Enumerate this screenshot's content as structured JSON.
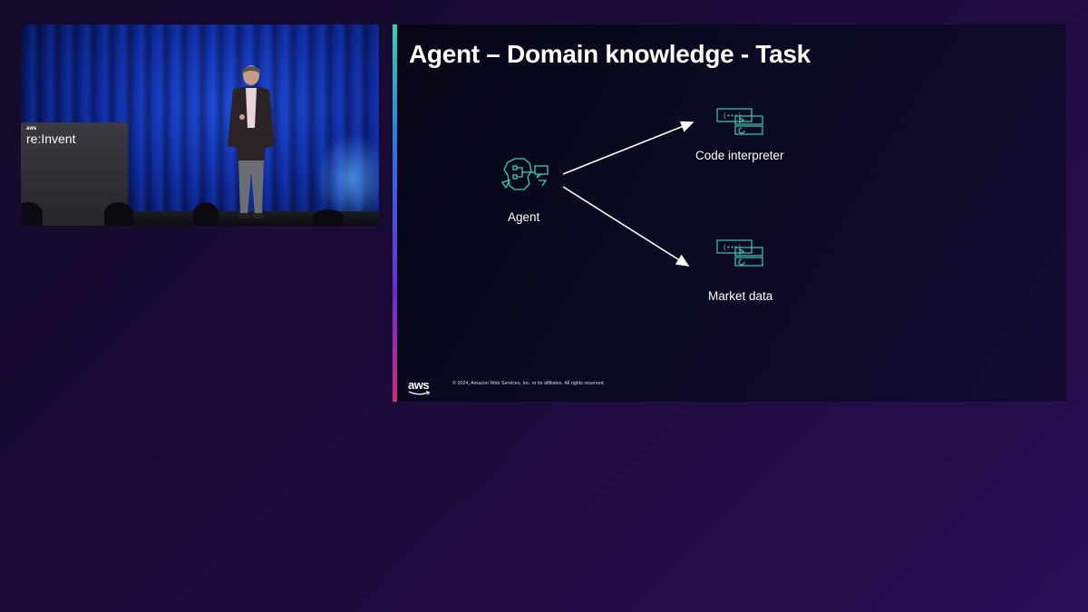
{
  "video": {
    "podium_brand": "aws",
    "podium_event": "re:Invent"
  },
  "slide": {
    "title": "Agent – Domain knowledge - Task",
    "agent_label": "Agent",
    "targets": [
      {
        "label": "Code interpreter",
        "icon": "code-interpreter-icon"
      },
      {
        "label": "Market data",
        "icon": "market-data-icon"
      }
    ],
    "footer": {
      "logo": "aws",
      "copyright": "© 2024, Amazon Web Services, Inc. or its affiliates. All rights reserved."
    }
  },
  "colors": {
    "background": "#1a0b36",
    "slide_background": "#0a0a22",
    "icon_teal": "#3fc9b0",
    "arrow": "#ffffff",
    "accent_top": "#2fd3b5",
    "accent_bottom": "#d12a7a"
  }
}
